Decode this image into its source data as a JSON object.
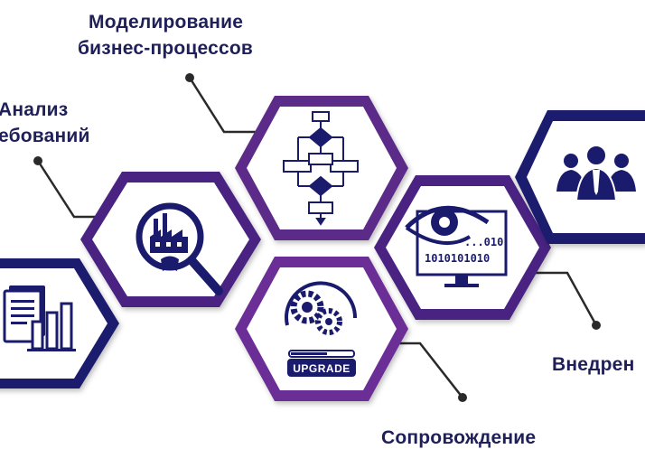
{
  "labels": {
    "modeling_line1": "Моделирование",
    "modeling_line2": "бизнес-процессов",
    "analysis_line1": "Анализ",
    "analysis_line2": "ебований",
    "support": "Сопровождение",
    "implementation": "Внедрен"
  },
  "upgrade_label": "UPGRADE",
  "binary": {
    "row1": "...010",
    "row2": "1010101010"
  },
  "icons": {
    "documents": "documents-chart-icon",
    "analysis": "factory-magnifier-icon",
    "modeling": "flowchart-icon",
    "support": "gears-upgrade-icon",
    "monitoring": "eye-binary-monitor-icon",
    "team": "team-people-icon"
  },
  "colors": {
    "navy": "#1b1b6e",
    "purple": "#5c2a88",
    "violet": "#6a2d96",
    "text": "#1f1f5a",
    "connector": "#2a2a2a"
  }
}
